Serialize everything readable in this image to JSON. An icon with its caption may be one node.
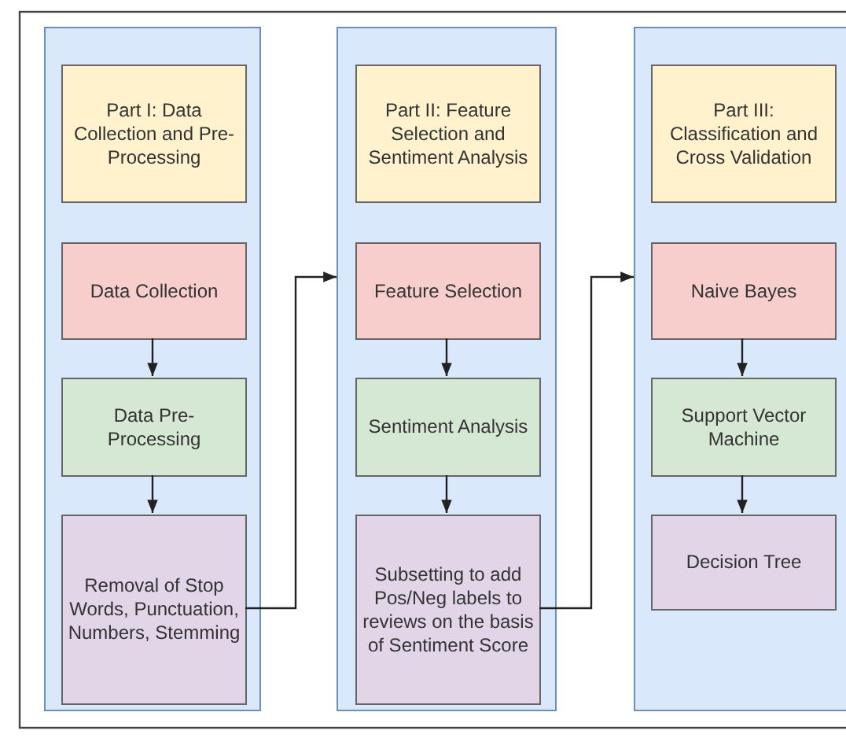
{
  "diagram": {
    "nodes": [
      {
        "text": [],
        "shape": "box"
      },
      {
        "text": [
          "Part I: Data Collection and Pre-Processing"
        ],
        "in": 0
      },
      {
        "text": [
          "Data Collection"
        ],
        "in": 0
      },
      {
        "text": [
          "Data Pre-Processing"
        ],
        "in": 0
      },
      {
        "text": [
          "Removal of Stop Words, Punctuation, Numbers, Stemming"
        ],
        "in": 0
      },
      {
        "text": [],
        "shape": "box"
      },
      {
        "text": [
          "Part II: Feature Selection and Sentiment Analysis"
        ],
        "in": 5
      },
      {
        "text": [
          "Feature Selection"
        ],
        "in": 5
      },
      {
        "text": [
          "Sentiment Analysis"
        ],
        "in": 5
      },
      {
        "text": [
          "Subsetting to add Pos/Neg labels to reviews on the basis of Sentiment Score"
        ],
        "in": 5
      },
      {
        "text": [],
        "shape": "box"
      },
      {
        "text": [
          "Part III: Classification and Cross Validation"
        ],
        "in": 10
      },
      {
        "text": [
          "Naive Bayes"
        ],
        "in": 10
      },
      {
        "text": [
          "Support Vector Machine"
        ],
        "in": 10
      },
      {
        "text": [
          "Decision Tree"
        ],
        "in": 10
      }
    ],
    "edges": [
      {
        "from": 2,
        "to": 3,
        "arrow": "to"
      },
      {
        "from": 3,
        "to": 4,
        "arrow": "to"
      },
      {
        "from": 4,
        "to": 5,
        "arrow": "to"
      },
      {
        "from": 7,
        "to": 8,
        "arrow": "to"
      },
      {
        "from": 8,
        "to": 9,
        "arrow": "to"
      },
      {
        "from": 9,
        "to": 10,
        "arrow": "to"
      },
      {
        "from": 12,
        "to": 13,
        "arrow": "to"
      },
      {
        "from": 13,
        "to": 14,
        "arrow": "to"
      }
    ]
  }
}
